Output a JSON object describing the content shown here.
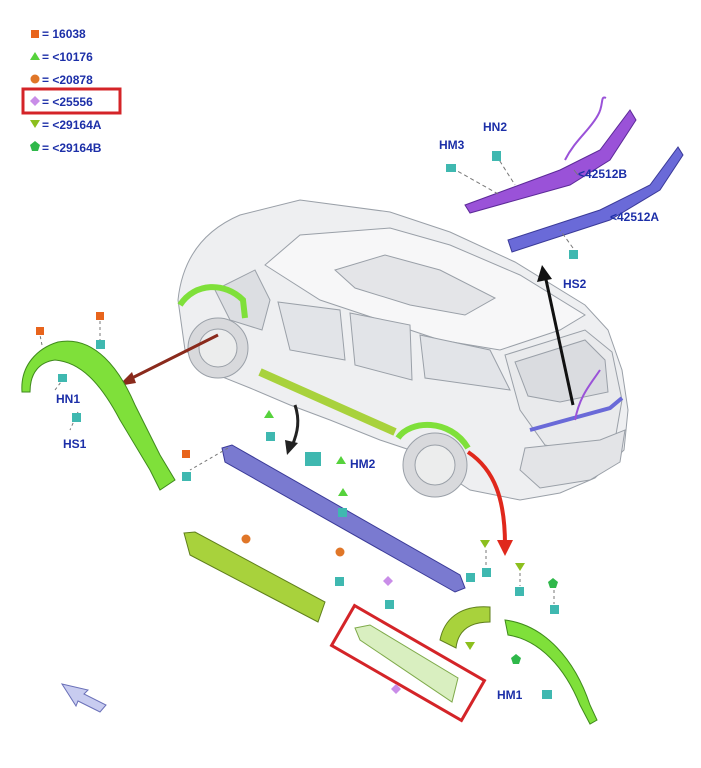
{
  "legend": [
    {
      "code": "16038",
      "shape": "square",
      "color": "#e8641c"
    },
    {
      "code": "<10176",
      "shape": "triangle-up",
      "color": "#56d23c"
    },
    {
      "code": "<20878",
      "shape": "circle",
      "color": "#e07628"
    },
    {
      "code": "<25556",
      "shape": "diamond",
      "color": "#c98de8",
      "highlighted": true
    },
    {
      "code": "<29164A",
      "shape": "triangle-down",
      "color": "#8cbf1e"
    },
    {
      "code": "<29164B",
      "shape": "pentagon",
      "color": "#2fb84a"
    }
  ],
  "legend_eq": "=",
  "highlight_color": "#d42428",
  "label_color": "#1c2fa8",
  "part_labels": {
    "hm3": "HM3",
    "hn2": "HN2",
    "c42512b": "<42512B",
    "c42512a": "<42512A",
    "hs2": "HS2",
    "hn1": "HN1",
    "hs1": "HS1",
    "hm2": "HM2",
    "hm1": "HM1"
  },
  "part_colors": {
    "green": "#7fe03a",
    "rocker": "#7a7ad0",
    "olive": "#a8d23c",
    "purple": "#9a52d8",
    "blue": "#6a6ad8",
    "fastener": "#3fb8b0"
  },
  "icons": [
    "direction-arrow-icon"
  ]
}
